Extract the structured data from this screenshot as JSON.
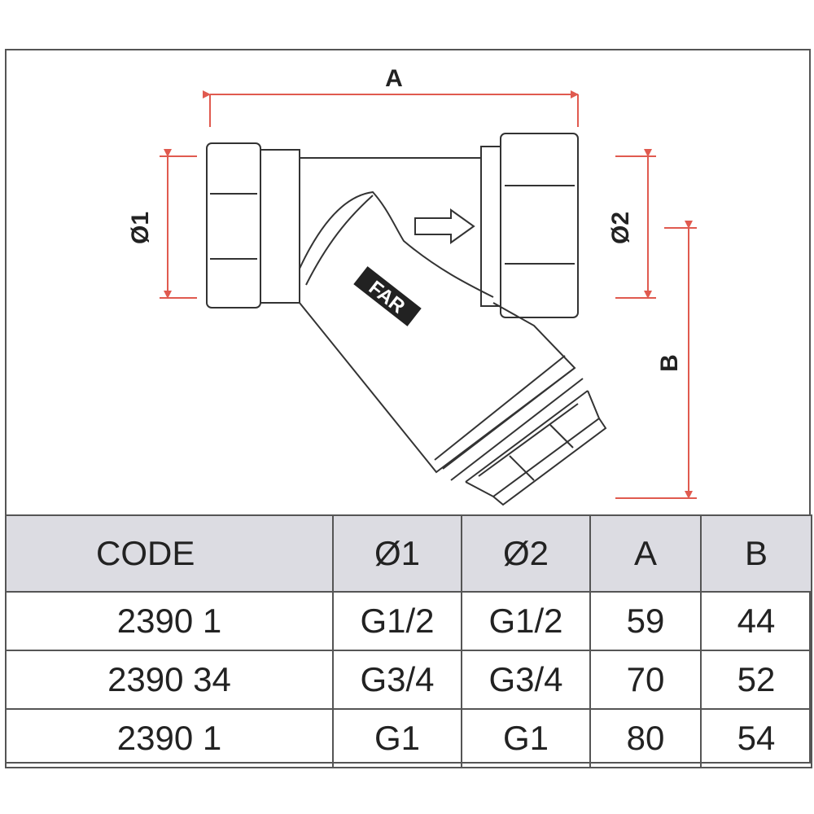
{
  "diagram": {
    "dimension_labels": {
      "a": "A",
      "b": "B",
      "d1": "Ø1",
      "d2": "Ø2"
    },
    "brand_mark": "FAR",
    "colors": {
      "dimension_line": "#e05a4f",
      "outline": "#333333",
      "header_fill": "#dcdce2",
      "border": "#555555"
    }
  },
  "table": {
    "headers": [
      "CODE",
      "Ø1",
      "Ø2",
      "A",
      "B"
    ],
    "rows": [
      [
        "2390 1",
        "G1/2",
        "G1/2",
        "59",
        "44"
      ],
      [
        "2390 34",
        "G3/4",
        "G3/4",
        "70",
        "52"
      ],
      [
        "2390 1",
        "G1",
        "G1",
        "80",
        "54"
      ]
    ]
  }
}
